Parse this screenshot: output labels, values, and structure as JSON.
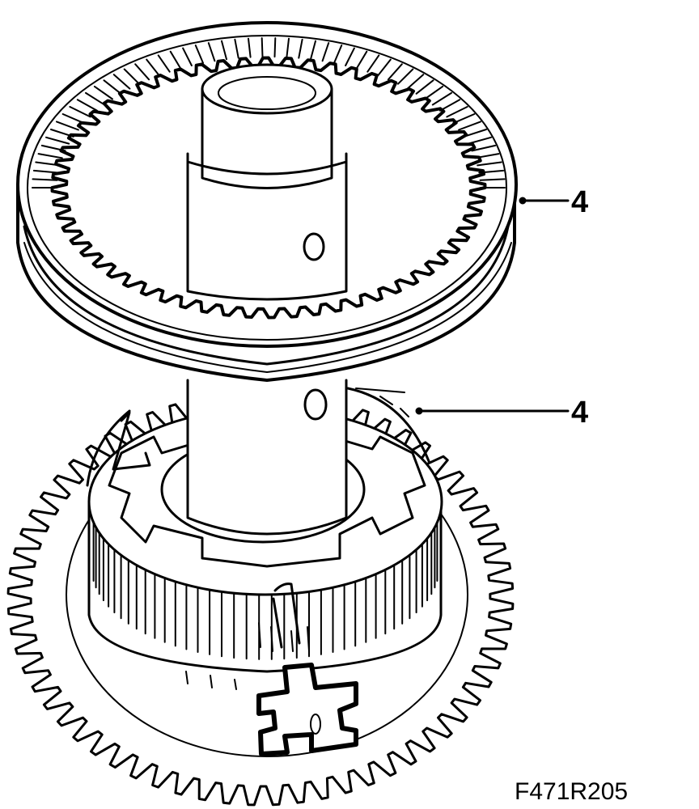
{
  "callouts": [
    {
      "label": "4"
    },
    {
      "label": "4"
    }
  ],
  "figure_code": "F471R205",
  "colors": {
    "ink": "#000000",
    "paper": "#ffffff"
  }
}
